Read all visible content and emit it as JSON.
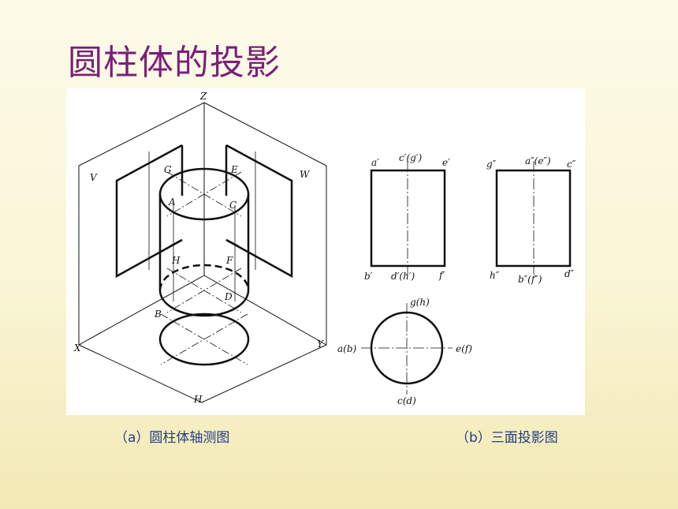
{
  "title": "圆柱体的投影",
  "captions": {
    "left": "（a）圆柱体轴测图",
    "right": "（b）三面投影图"
  },
  "axonometric_labels": {
    "z": "Z",
    "v": "V",
    "w": "W",
    "x": "X",
    "y": "Y",
    "h": "H",
    "g": "G",
    "e": "E",
    "a": "A",
    "c": "C",
    "hh": "H",
    "f": "F",
    "d": "D",
    "b": "B"
  },
  "front_view_labels": {
    "top_left": "a′",
    "top_mid": "c′(g′)",
    "top_right": "e′",
    "bot_left": "b′",
    "bot_mid": "d′(h′)",
    "bot_right": "f′"
  },
  "side_view_labels": {
    "top_left": "g″",
    "top_mid": "a″(e″)",
    "top_right": "c″",
    "bot_left": "h″",
    "bot_mid": "b″(f″)",
    "bot_right": "d″"
  },
  "top_view_labels": {
    "top": "g(h)",
    "left": "a(b)",
    "right": "e(f)",
    "bottom": "c(d)"
  }
}
